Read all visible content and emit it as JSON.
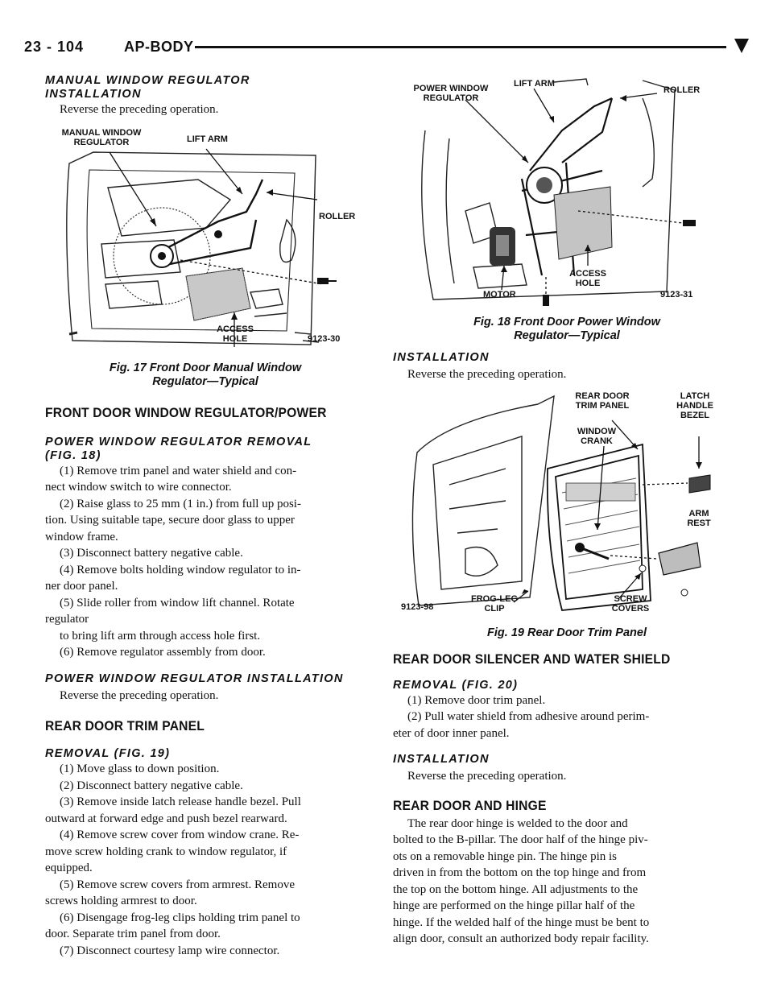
{
  "header": {
    "page_number": "23 - 104",
    "title": "AP-BODY"
  },
  "left": {
    "s1_title_a": "MANUAL WINDOW REGULATOR",
    "s1_title_b": "INSTALLATION",
    "s1_text": "Reverse the preceding operation.",
    "fig17": {
      "labels": {
        "regulator": "MANUAL WINDOW\nREGULATOR",
        "lift_arm": "LIFT ARM",
        "roller": "ROLLER",
        "access_hole": "ACCESS\nHOLE"
      },
      "code": "9123-30",
      "caption_a": "Fig. 17 Front Door Manual Window",
      "caption_b": "Regulator—Typical"
    },
    "sec2_title": "FRONT DOOR WINDOW REGULATOR/POWER",
    "s2_title_a": "POWER WINDOW REGULATOR REMOVAL",
    "s2_title_b": "(FIG. 18)",
    "s2_steps": [
      "(1) Remove trim panel and water shield and con-",
      "nect window switch to wire connector.",
      "(2) Raise glass to 25 mm (1 in.) from full up posi-",
      "tion. Using suitable tape, secure door glass to upper",
      "window frame.",
      "(3) Disconnect battery negative cable.",
      "(4) Remove bolts holding window regulator to in-",
      "ner door panel.",
      "(5) Slide roller from window lift channel. Rotate",
      "regulator",
      "to bring lift arm through access hole first.",
      "(6) Remove regulator assembly from door."
    ],
    "s3_title": "POWER WINDOW REGULATOR INSTALLATION",
    "s3_text": "Reverse the preceding operation.",
    "sec3_title": "REAR DOOR TRIM PANEL",
    "s4_title": "REMOVAL (FIG. 19)",
    "s4_steps": [
      "(1) Move glass to down position.",
      "(2) Disconnect battery negative cable.",
      "(3) Remove inside latch release handle bezel. Pull",
      "outward at forward edge and push bezel rearward.",
      "(4) Remove screw cover from window crane. Re-",
      "move screw holding crank to window regulator, if",
      "equipped.",
      "(5) Remove screw covers from armrest. Remove",
      "screws holding armrest to door.",
      "(6) Disengage frog-leg clips holding trim panel to",
      "door. Separate trim panel from door.",
      "(7) Disconnect courtesy lamp wire connector."
    ]
  },
  "right": {
    "fig18": {
      "labels": {
        "regulator": "POWER WINDOW\nREGULATOR",
        "lift_arm": "LIFT ARM",
        "roller": "ROLLER",
        "motor": "MOTOR",
        "access_hole": "ACCESS\nHOLE"
      },
      "code": "9123-31",
      "caption_a": "Fig. 18 Front Door Power Window",
      "caption_b": "Regulator—Typical"
    },
    "s1_title": "INSTALLATION",
    "s1_text": "Reverse the preceding operation.",
    "fig19": {
      "labels": {
        "rear_trim": "REAR DOOR\nTRIM PANEL",
        "latch_bezel": "LATCH\nHANDLE\nBEZEL",
        "window_crank": "WINDOW\nCRANK",
        "arm_rest": "ARM\nREST",
        "frog_leg": "FROG-LEG\nCLIP",
        "screw_covers": "SCREW\nCOVERS"
      },
      "code": "9123-98",
      "caption": "Fig. 19 Rear Door Trim Panel"
    },
    "sec1_title": "REAR DOOR SILENCER AND WATER SHIELD",
    "s2_title": "REMOVAL (FIG. 20)",
    "s2_steps": [
      "(1) Remove door trim panel.",
      "(2) Pull water shield from adhesive around perim-",
      "eter of door inner panel."
    ],
    "s3_title": "INSTALLATION",
    "s3_text": "Reverse the preceding operation.",
    "sec2_title": "REAR DOOR AND HINGE",
    "s4_lines": [
      "The rear door hinge is welded to the door and",
      "bolted to the B-pillar. The door half of the hinge piv-",
      "ots on a removable hinge pin. The hinge pin is",
      "driven in from the bottom on the top hinge and from",
      "the top on the bottom hinge. All adjustments to the",
      "hinge are performed on the hinge pillar half of the",
      "hinge. If the welded half of the hinge must be bent to",
      "align door, consult an authorized body repair facility."
    ]
  }
}
